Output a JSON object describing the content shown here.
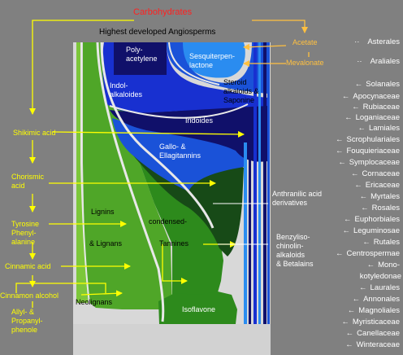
{
  "header": {
    "top_label": "Carbohydrates",
    "subtitle": "Highest developed Angiosperms"
  },
  "precursors": {
    "acetate": "Acetate",
    "mevalonate": "Mevalonate",
    "shikimic_acid": "Shikimic acid",
    "chorismic_acid": "Chorismic\nacid",
    "tyrosine": "Tyrosine\nPhenyl-\nalanine",
    "cinnamic_acid": "Cinnamic acid",
    "cinnamon_alcohol": "Cinnamon alcohol",
    "allyl": "Allyl- &\nPropanyl-\nphenole"
  },
  "compound_classes": {
    "polyacetylene": "Poly-\nacetylene",
    "sesquiterpene": "Sesquiterpen-\nlactone",
    "steroid": "Steroid\nalkaloids &\nSaponine",
    "indol": "Indol-\nalkaloides",
    "iridoides": "Iridoides",
    "gallo": "Gallo- &\nEllagitannins",
    "anthranilic": "Anthranilic acid\nderivatives",
    "lignins": "Lignins",
    "condensed": "condensed-",
    "tannines": "Tannines",
    "lignans": "& Lignans",
    "benzyl": "Benzyliso-\nchinolin-\nalkaloids\n& Betalains",
    "neolignans": "Neolignans",
    "isoflavone": "Isoflavone"
  },
  "taxa": [
    {
      "name": "Asterales",
      "marker": "··"
    },
    {
      "name": "Araliales",
      "marker": "··"
    },
    {
      "name": "Solanales",
      "marker": "←"
    },
    {
      "name": "Apocynaceae",
      "marker": "←"
    },
    {
      "name": "Rubiaceae",
      "marker": "←"
    },
    {
      "name": "Loganiaceae",
      "marker": "←"
    },
    {
      "name": "Lamiales",
      "marker": "←"
    },
    {
      "name": "Scrophulariales",
      "marker": "←"
    },
    {
      "name": "Fouquieriaceae",
      "marker": "←"
    },
    {
      "name": "Symplocaceae",
      "marker": "←"
    },
    {
      "name": "Cornaceae",
      "marker": "←"
    },
    {
      "name": "Ericaceae",
      "marker": "←"
    },
    {
      "name": "Myrtales",
      "marker": "←"
    },
    {
      "name": "Rosales",
      "marker": "←"
    },
    {
      "name": "Euphorbiales",
      "marker": "←"
    },
    {
      "name": "Leguminosae",
      "marker": "←"
    },
    {
      "name": "Rutales",
      "marker": "←"
    },
    {
      "name": "Centrospermae",
      "marker": "←"
    },
    {
      "name": "Mono-",
      "marker": "←"
    },
    {
      "name": "kotyledonae",
      "marker": ""
    },
    {
      "name": "Laurales",
      "marker": "←"
    },
    {
      "name": "Annonales",
      "marker": "←"
    },
    {
      "name": "Magnoliales",
      "marker": "←"
    },
    {
      "name": "Myristicaceae",
      "marker": "←"
    },
    {
      "name": "Canellaceae",
      "marker": "←"
    },
    {
      "name": "Winteraceae",
      "marker": "←"
    }
  ],
  "colors": {
    "background": "#808080",
    "yellow_arrows": "#ffff00",
    "orange_arrows": "#ffc040",
    "red_title": "#ff2020",
    "navy": "#10106a",
    "royal_blue": "#1830d0",
    "mid_blue": "#1a52d8",
    "light_blue": "#2a8cf0",
    "dark_green": "#174a17",
    "green": "#2d8a1c",
    "light_green": "#4fa628",
    "pale_green": "#7cc73a",
    "bottom_gray": "#d2d2d2"
  }
}
